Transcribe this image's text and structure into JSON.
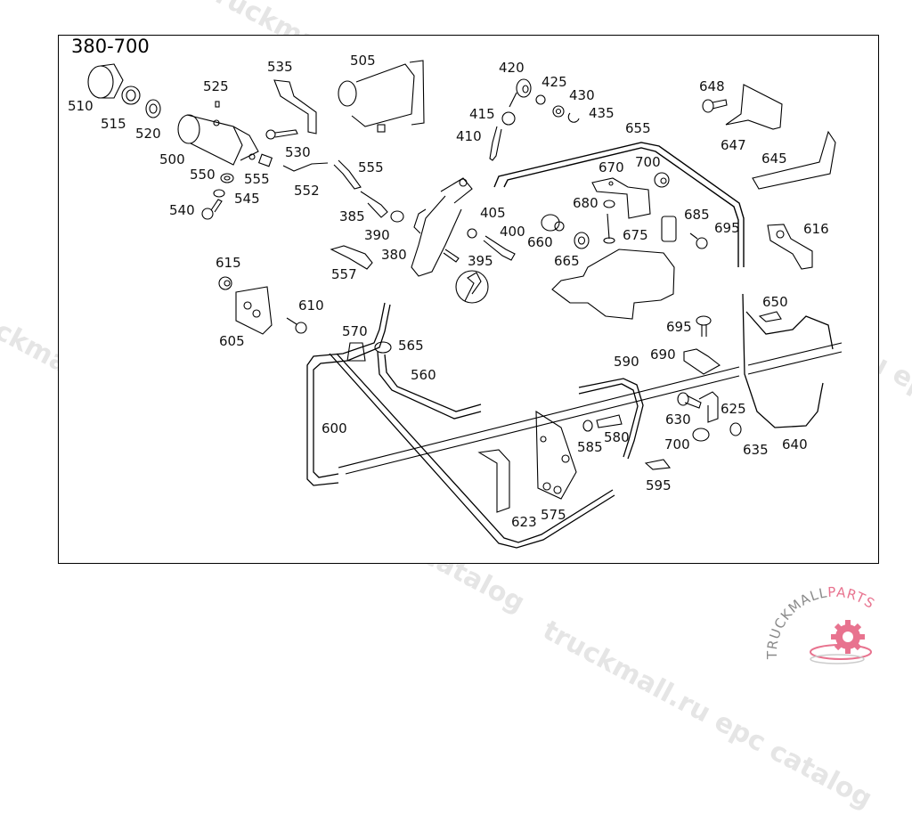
{
  "diagram": {
    "id": "380-700",
    "type": "exploded parts diagram"
  },
  "callouts": [
    {
      "id": "p380",
      "label": "380"
    },
    {
      "id": "p385",
      "label": "385"
    },
    {
      "id": "p390",
      "label": "390"
    },
    {
      "id": "p395",
      "label": "395"
    },
    {
      "id": "p400",
      "label": "400"
    },
    {
      "id": "p405",
      "label": "405"
    },
    {
      "id": "p410",
      "label": "410"
    },
    {
      "id": "p415",
      "label": "415"
    },
    {
      "id": "p420",
      "label": "420"
    },
    {
      "id": "p425",
      "label": "425"
    },
    {
      "id": "p430",
      "label": "430"
    },
    {
      "id": "p435",
      "label": "435"
    },
    {
      "id": "p500",
      "label": "500"
    },
    {
      "id": "p505",
      "label": "505"
    },
    {
      "id": "p510",
      "label": "510"
    },
    {
      "id": "p515",
      "label": "515"
    },
    {
      "id": "p520",
      "label": "520"
    },
    {
      "id": "p525",
      "label": "525"
    },
    {
      "id": "p530",
      "label": "530"
    },
    {
      "id": "p535",
      "label": "535"
    },
    {
      "id": "p540",
      "label": "540"
    },
    {
      "id": "p545",
      "label": "545"
    },
    {
      "id": "p550",
      "label": "550"
    },
    {
      "id": "p552",
      "label": "552"
    },
    {
      "id": "p555a",
      "label": "555"
    },
    {
      "id": "p555b",
      "label": "555"
    },
    {
      "id": "p557",
      "label": "557"
    },
    {
      "id": "p560",
      "label": "560"
    },
    {
      "id": "p565",
      "label": "565"
    },
    {
      "id": "p570",
      "label": "570"
    },
    {
      "id": "p575",
      "label": "575"
    },
    {
      "id": "p580",
      "label": "580"
    },
    {
      "id": "p585",
      "label": "585"
    },
    {
      "id": "p590",
      "label": "590"
    },
    {
      "id": "p595",
      "label": "595"
    },
    {
      "id": "p600",
      "label": "600"
    },
    {
      "id": "p605",
      "label": "605"
    },
    {
      "id": "p610",
      "label": "610"
    },
    {
      "id": "p615",
      "label": "615"
    },
    {
      "id": "p616",
      "label": "616"
    },
    {
      "id": "p623",
      "label": "623"
    },
    {
      "id": "p625",
      "label": "625"
    },
    {
      "id": "p630",
      "label": "630"
    },
    {
      "id": "p635",
      "label": "635"
    },
    {
      "id": "p640",
      "label": "640"
    },
    {
      "id": "p645",
      "label": "645"
    },
    {
      "id": "p647",
      "label": "647"
    },
    {
      "id": "p648",
      "label": "648"
    },
    {
      "id": "p650",
      "label": "650"
    },
    {
      "id": "p655",
      "label": "655"
    },
    {
      "id": "p660",
      "label": "660"
    },
    {
      "id": "p665",
      "label": "665"
    },
    {
      "id": "p670",
      "label": "670"
    },
    {
      "id": "p675",
      "label": "675"
    },
    {
      "id": "p680",
      "label": "680"
    },
    {
      "id": "p685",
      "label": "685"
    },
    {
      "id": "p690",
      "label": "690"
    },
    {
      "id": "p695a",
      "label": "695"
    },
    {
      "id": "p695b",
      "label": "695"
    },
    {
      "id": "p700a",
      "label": "700"
    },
    {
      "id": "p700b",
      "label": "700"
    }
  ],
  "watermarks": [
    "truckmall.ru epc catalog"
  ],
  "logo": {
    "text_main": "TRUCKMALL",
    "text_accent": "PARTS",
    "accent_color": "#e8738f",
    "main_color": "#8a8a8a"
  }
}
